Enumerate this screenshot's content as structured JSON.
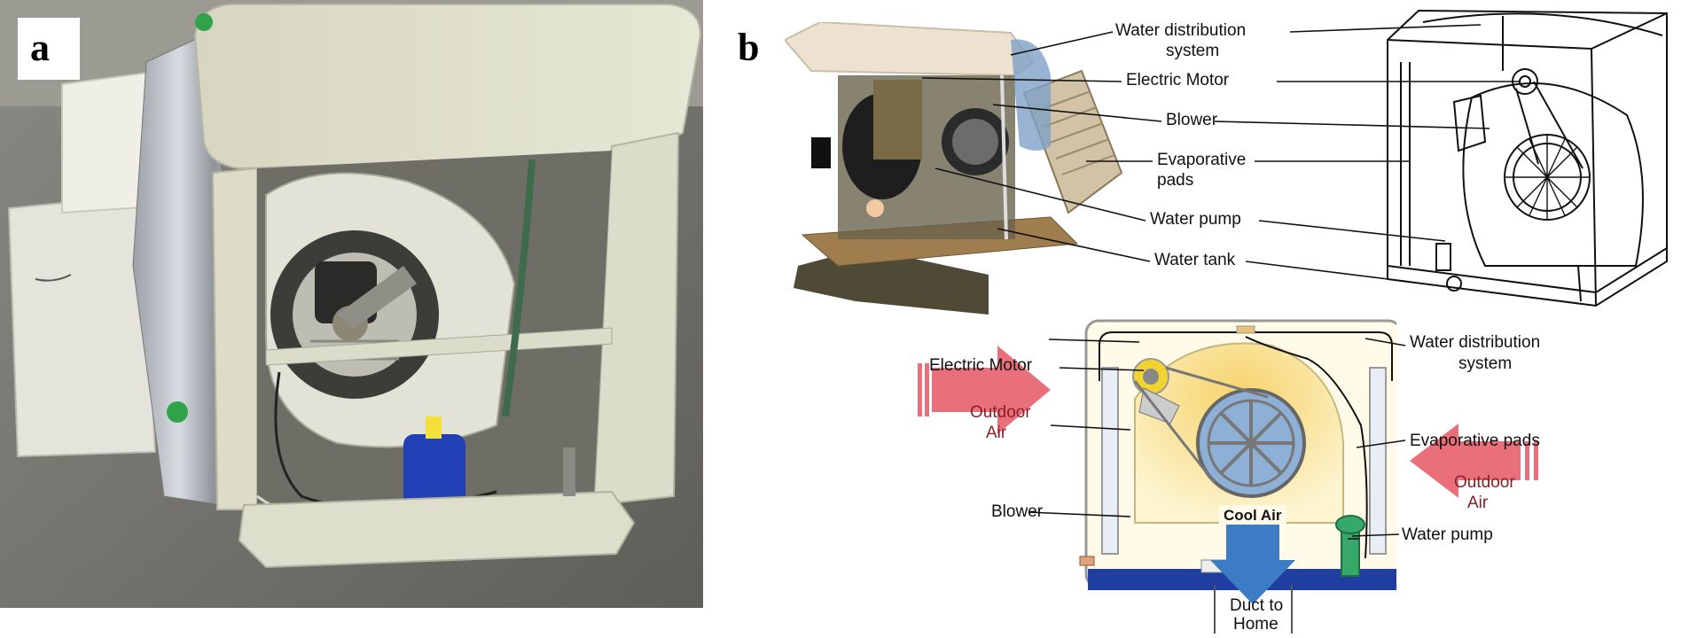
{
  "panels": {
    "a": {
      "letter": "a"
    },
    "b": {
      "letter": "b"
    }
  },
  "photo_labels": {
    "water_distribution": "Water distribution\nsystem",
    "water_distribution_l1": "Water distribution",
    "water_distribution_l2": "system",
    "electric_motor": "Electric Motor",
    "blower": "Blower",
    "evaporative_pads_l1": "Evaporative",
    "evaporative_pads_l2": "pads",
    "water_pump": "Water pump",
    "water_tank": "Water tank"
  },
  "schematic_labels": {
    "electric_motor": "Electric Motor",
    "water_distribution_l1": "Water distribution",
    "water_distribution_l2": "system",
    "outdoor_air_left_l1": "Outdoor",
    "outdoor_air_left_l2": "Air",
    "evaporative_pads": "Evaporative pads",
    "outdoor_air_right_l1": "Outdoor",
    "outdoor_air_right_l2": "Air",
    "blower": "Blower",
    "cool_air": "Cool Air",
    "water_pump": "Water pump",
    "duct_l1": "Duct to",
    "duct_l2": "Home"
  },
  "colors": {
    "arrow_red": "#e9707a",
    "water_blue": "#1f3fa0",
    "cool_air_blue": "#3b7cc4",
    "casing_yellow": "#f7e7a0"
  }
}
